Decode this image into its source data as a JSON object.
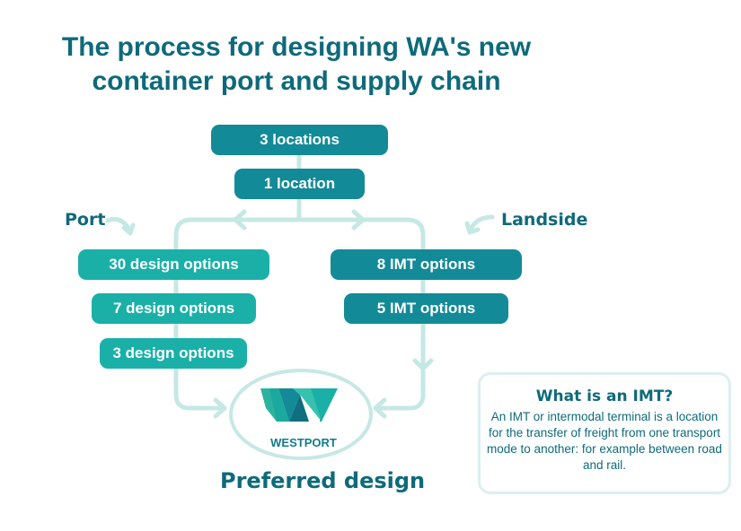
{
  "title": {
    "line1": "The process for designing WA's new",
    "line2": "container port and supply chain"
  },
  "common": {
    "stage1": "3 locations",
    "stage2": "1 location"
  },
  "port": {
    "label": "Port",
    "stages": [
      "30 design options",
      "7 design options",
      "3 design options"
    ]
  },
  "landside": {
    "label": "Landside",
    "stages": [
      "8 IMT options",
      "5 IMT options"
    ]
  },
  "result": {
    "logo_text": "WESTPORT",
    "label": "Preferred design"
  },
  "info": {
    "heading": "What is an IMT?",
    "body": "An IMT or intermodal terminal is a location for the transfer of freight from one transport mode to another: for example between road and rail."
  },
  "colors": {
    "title": "#0e6a7a",
    "pill_dark": "#138a97",
    "pill_light": "#1ab0a8",
    "connector": "#c6e8e5"
  }
}
